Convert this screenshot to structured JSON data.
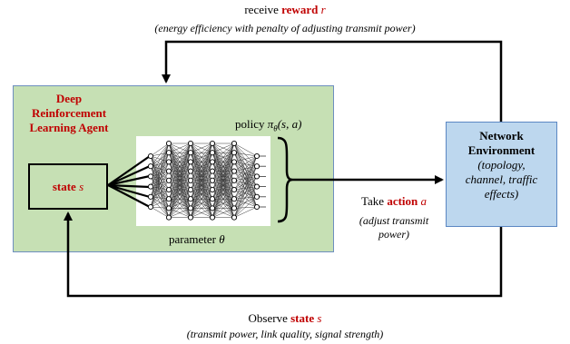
{
  "top": {
    "receive": "receive",
    "reward_word": "reward",
    "reward_symbol": "r",
    "reward_note": "(energy efficiency with penalty of adjusting transmit power)"
  },
  "agent": {
    "title_line1": "Deep",
    "title_line2": "Reinforcement",
    "title_line3": "Learning Agent",
    "state_word": "state",
    "state_symbol": "s",
    "policy_prefix": "policy",
    "policy_symbol": "π",
    "policy_sub": "θ",
    "policy_args": "(s, a)",
    "parameter_prefix": "parameter",
    "parameter_symbol": "θ"
  },
  "environment": {
    "title_line1": "Network",
    "title_line2": "Environment",
    "desc_line1": "(topology,",
    "desc_line2": "channel, traffic",
    "desc_line3": "effects)"
  },
  "action": {
    "take": "Take",
    "action_word": "action",
    "action_symbol": "a",
    "note_line1": "(adjust transmit",
    "note_line2": "power)"
  },
  "bottom": {
    "observe": "Observe",
    "state_word": "state",
    "state_symbol": "s",
    "note": "(transmit power, link quality, signal strength)"
  },
  "colors": {
    "accent_red": "#c00000",
    "agent_fill": "#c6e0b4",
    "env_fill": "#bdd7ee",
    "env_border": "#5b87c3"
  }
}
